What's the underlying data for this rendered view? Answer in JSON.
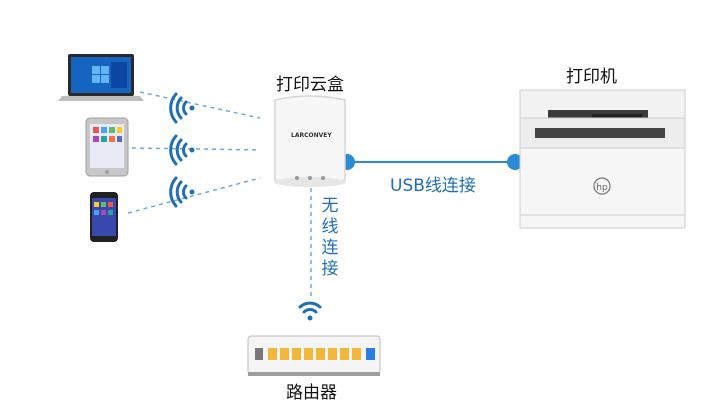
{
  "labels": {
    "cloud_box": "打印云盒",
    "printer": "打印机",
    "usb_link": "USB线连接",
    "wireless_link": "无线连接",
    "router": "路由器",
    "box_brand": "LARCONVEY"
  },
  "colors": {
    "link_blue": "#1f6fb5",
    "dash_blue": "#6fa8dc",
    "node_blue": "#2a8ad4"
  }
}
